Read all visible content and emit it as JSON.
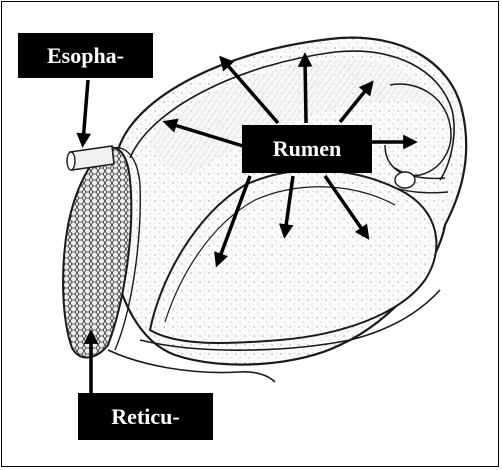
{
  "labels": {
    "esophagus": "Esopha-",
    "rumen": "Rumen",
    "reticulum": "Reticu-"
  },
  "colors": {
    "background": "#ffffff",
    "label_bg": "#000000",
    "label_text": "#ffffff",
    "ink": "#1a1a1a"
  }
}
